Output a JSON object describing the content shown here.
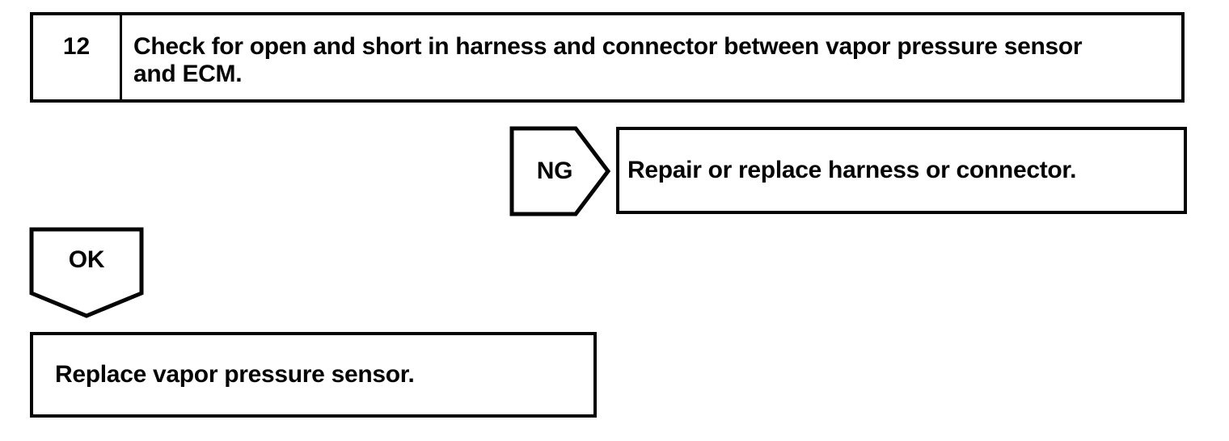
{
  "page": {
    "background_color": "#ffffff",
    "ink_color": "#050505"
  },
  "flowchart": {
    "step_box": {
      "number": "12",
      "instruction": "Check for open and short in harness and connector between vapor pressure sensor and ECM."
    },
    "ng_branch": {
      "connector_label": "NG",
      "action": "Repair or replace harness or connector."
    },
    "ok_branch": {
      "connector_label": "OK",
      "action": "Replace vapor pressure sensor."
    }
  }
}
